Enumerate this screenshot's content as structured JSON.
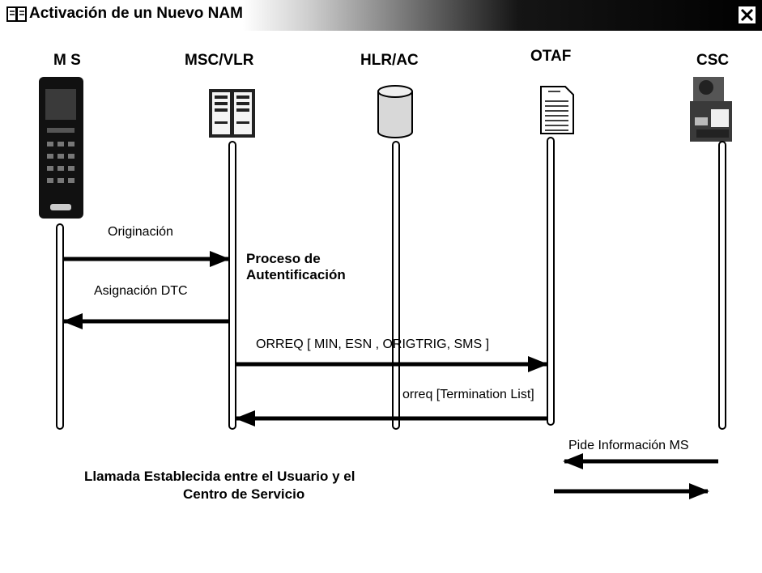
{
  "window": {
    "title": "Activación de un Nuevo NAM",
    "close_label": "×"
  },
  "entities": {
    "ms": "M S",
    "msc": "MSC/VLR",
    "hlr": "HLR/AC",
    "otaf": "OTAF",
    "csc": "CSC"
  },
  "messages": {
    "origination": "Originación",
    "assignment": "Asignación DTC",
    "orreq": "ORREQ [ MIN, ESN , ORIGTRIG, SMS ]",
    "orreq_response": "orreq [Termination List]",
    "ask_info": "Pide Información MS"
  },
  "notes": {
    "auth_line1": "Proceso de",
    "auth_line2": "Autentificación",
    "call_line1": "Llamada Establecida entre el Usuario y el",
    "call_line2": "Centro de Servicio"
  }
}
